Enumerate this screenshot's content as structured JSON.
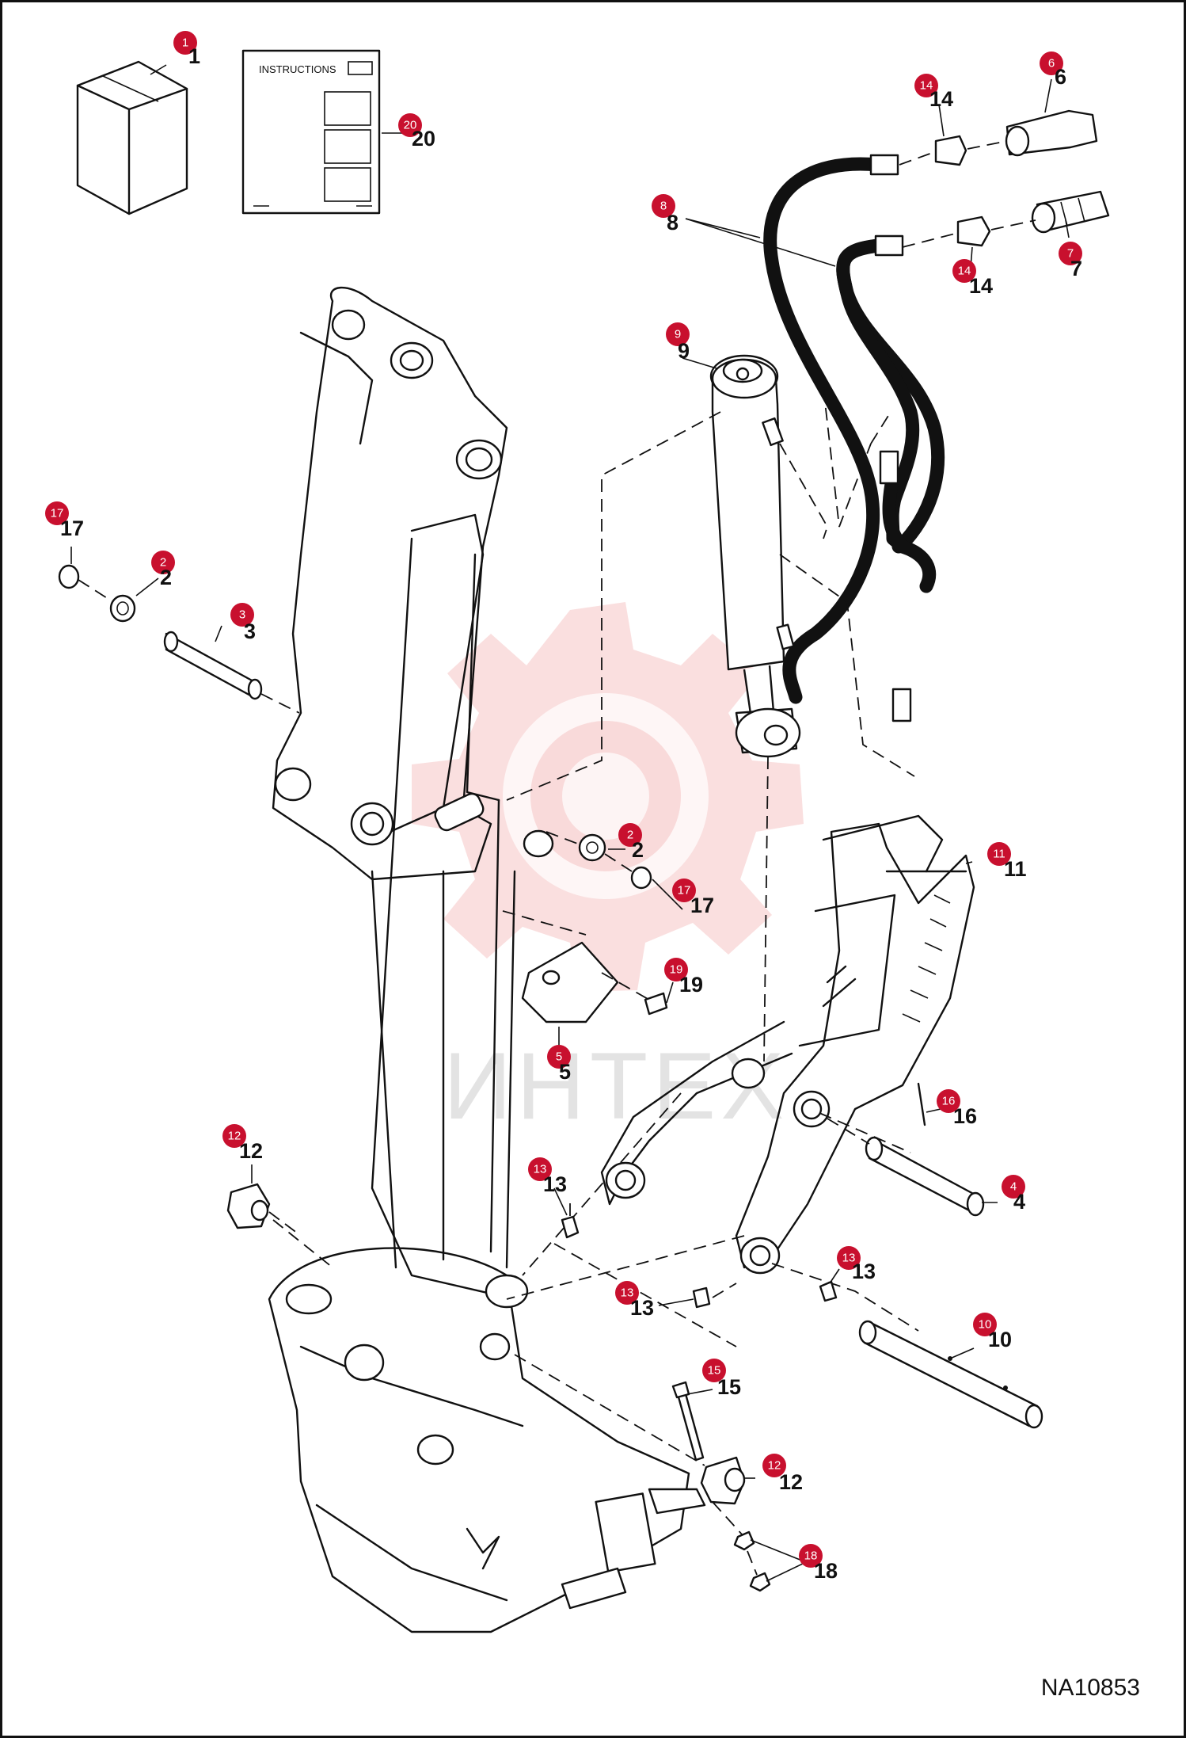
{
  "drawing_id": "NA10853",
  "watermark_text": "ИНТЕХ",
  "instructions_card_title": "INSTRUCTIONS",
  "callouts": [
    {
      "n": "1"
    },
    {
      "n": "20"
    },
    {
      "n": "14"
    },
    {
      "n": "6"
    },
    {
      "n": "8"
    },
    {
      "n": "7"
    },
    {
      "n": "14"
    },
    {
      "n": "9"
    },
    {
      "n": "17"
    },
    {
      "n": "2"
    },
    {
      "n": "3"
    },
    {
      "n": "2"
    },
    {
      "n": "17"
    },
    {
      "n": "11"
    },
    {
      "n": "19"
    },
    {
      "n": "5"
    },
    {
      "n": "16"
    },
    {
      "n": "12"
    },
    {
      "n": "13"
    },
    {
      "n": "4"
    },
    {
      "n": "13"
    },
    {
      "n": "13"
    },
    {
      "n": "10"
    },
    {
      "n": "15"
    },
    {
      "n": "12"
    },
    {
      "n": "18"
    }
  ],
  "colors": {
    "callout_bubble": "#c8102e",
    "line_art": "#111111",
    "watermark": "#f4b8b8"
  }
}
